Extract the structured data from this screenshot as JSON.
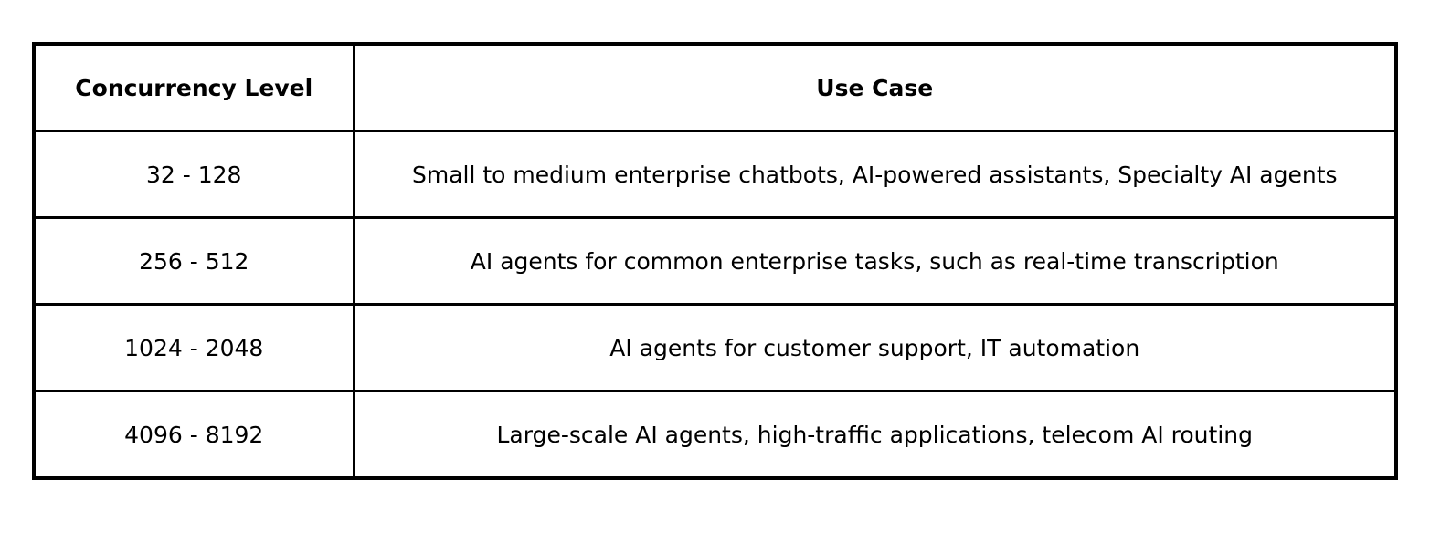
{
  "table": {
    "headers": [
      "Concurrency Level",
      "Use Case"
    ],
    "rows": [
      [
        "32 - 128",
        "Small to medium enterprise chatbots, AI-powered assistants, Specialty AI agents"
      ],
      [
        "256 - 512",
        "AI agents for common enterprise tasks, such as real-time transcription"
      ],
      [
        "1024 - 2048",
        "AI agents for customer support, IT automation"
      ],
      [
        "4096 - 8192",
        "Large-scale AI agents, high-traffic applications, telecom AI routing"
      ]
    ]
  }
}
